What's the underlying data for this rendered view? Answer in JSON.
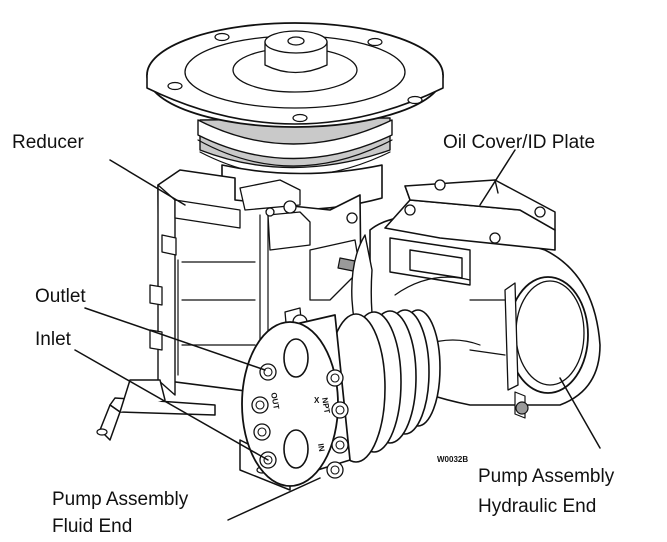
{
  "labels": {
    "reducer": "Reducer",
    "oil_cover": "Oil Cover/ID Plate",
    "outlet": "Outlet",
    "inlet": "Inlet",
    "fluid_end_line1": "Pump Assembly",
    "fluid_end_line2": "Fluid End",
    "hydraulic_end_line1": "Pump Assembly",
    "hydraulic_end_line2": "Hydraulic End"
  },
  "markings": {
    "out": "OUT",
    "in": "IN",
    "npt": "NPT",
    "x": "X",
    "drawing_number": "W0032B"
  },
  "colors": {
    "line": "#111111",
    "fill": "#ffffff",
    "shade": "#c9c9c9"
  }
}
